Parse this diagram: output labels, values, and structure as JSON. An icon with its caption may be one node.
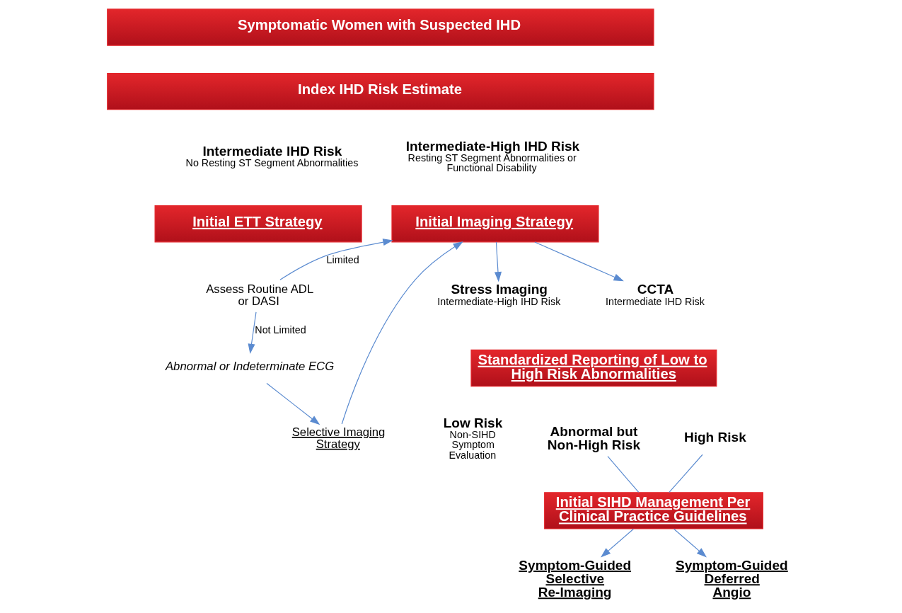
{
  "diagram": {
    "nodes": [
      {
        "text": [
          "Symptomatic Women with Suspected IHD"
        ]
      },
      {
        "text": [
          "Index IHD Risk Estimate"
        ]
      },
      {
        "text": [
          "Intermediate IHD Risk",
          "No Resting ST Segment Abnormalities"
        ]
      },
      {
        "text": [
          "Initial ETT Strategy"
        ]
      },
      {
        "text": [
          "Assess Routine ADL or DASI"
        ]
      },
      {
        "text": [
          "Abnormal or Indeterminate ECG"
        ]
      },
      {
        "text": [
          "Selective Imaging Strategy"
        ]
      },
      {
        "text": [
          "Intermediate-High IHD Risk",
          "Resting ST Segment Abnormalities or Functional Disability"
        ]
      },
      {
        "text": [
          "Initial Imaging Strategy"
        ]
      },
      {
        "text": [
          "Stress Imaging",
          "Intermediate-High IHD Risk"
        ]
      },
      {
        "text": [
          "CCTA",
          "Intermediate IHD Risk"
        ]
      },
      {
        "text": [
          "Standardized Reporting of Low to High Risk Abnormalities"
        ]
      },
      {
        "text": [
          "Low Risk",
          "Non-SIHD Symptom Evaluation"
        ]
      },
      {
        "text": [
          "Abnormal but Non-High Risk"
        ]
      },
      {
        "text": [
          "High Risk"
        ]
      },
      {
        "text": [
          "Initial SIHD Management Per Clinical Practice Guidelines"
        ]
      },
      {
        "text": [
          "Symptom-Guided Selective Re-Imaging"
        ]
      },
      {
        "text": [
          "Symptom-Guided Deferred Angio"
        ]
      }
    ],
    "edges": [
      {
        "from": 4,
        "to": 8,
        "arrow": "to",
        "label": "Limited"
      },
      {
        "from": 4,
        "to": 5,
        "arrow": "to",
        "label": "Not Limited"
      },
      {
        "from": 5,
        "to": 6,
        "arrow": "to"
      },
      {
        "from": 6,
        "to": 8,
        "arrow": "to"
      },
      {
        "from": 8,
        "to": 9,
        "arrow": "to"
      },
      {
        "from": 8,
        "to": 10,
        "arrow": "to"
      },
      {
        "from": 13,
        "to": 15,
        "arrow": "none"
      },
      {
        "from": 14,
        "to": 15,
        "arrow": "none"
      },
      {
        "from": 15,
        "to": 16,
        "arrow": "to"
      },
      {
        "from": 15,
        "to": 17,
        "arrow": "to"
      }
    ]
  }
}
